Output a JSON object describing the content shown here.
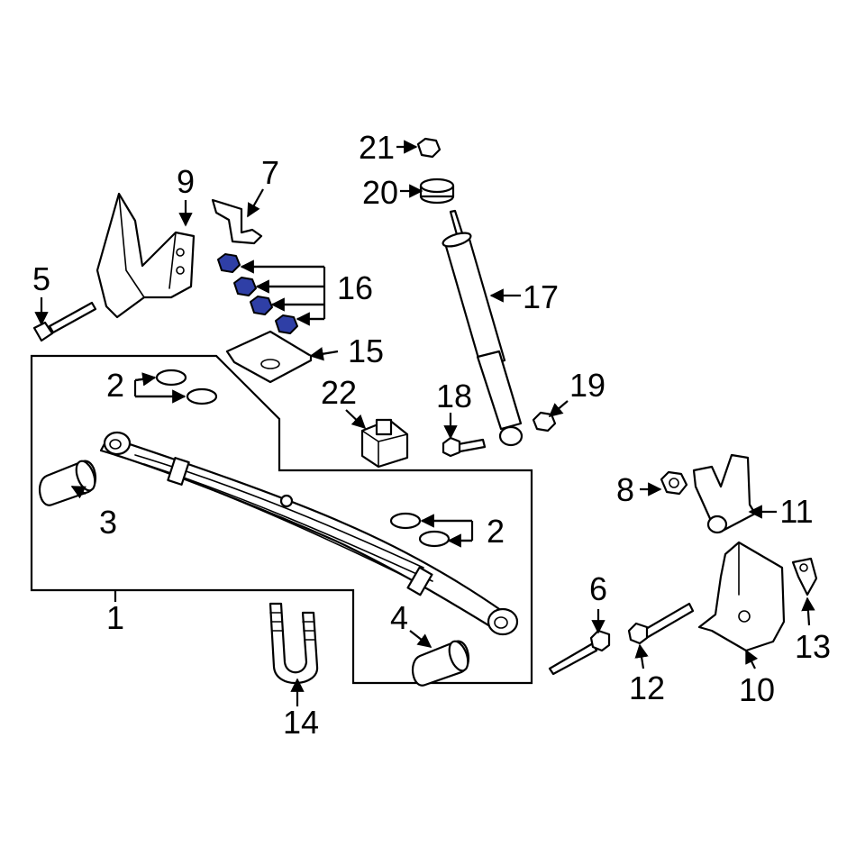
{
  "highlight_color": "#2f3fa6",
  "callouts": [
    {
      "id": "1",
      "text": "1"
    },
    {
      "id": "2a",
      "text": "2"
    },
    {
      "id": "2b",
      "text": "2"
    },
    {
      "id": "3",
      "text": "3"
    },
    {
      "id": "4",
      "text": "4"
    },
    {
      "id": "5",
      "text": "5"
    },
    {
      "id": "6",
      "text": "6"
    },
    {
      "id": "7",
      "text": "7"
    },
    {
      "id": "8",
      "text": "8"
    },
    {
      "id": "9",
      "text": "9"
    },
    {
      "id": "10",
      "text": "10"
    },
    {
      "id": "11",
      "text": "11"
    },
    {
      "id": "12",
      "text": "12"
    },
    {
      "id": "13",
      "text": "13"
    },
    {
      "id": "14",
      "text": "14"
    },
    {
      "id": "15",
      "text": "15"
    },
    {
      "id": "16",
      "text": "16"
    },
    {
      "id": "17",
      "text": "17"
    },
    {
      "id": "18",
      "text": "18"
    },
    {
      "id": "19",
      "text": "19"
    },
    {
      "id": "20",
      "text": "20"
    },
    {
      "id": "21",
      "text": "21"
    },
    {
      "id": "22",
      "text": "22"
    }
  ]
}
